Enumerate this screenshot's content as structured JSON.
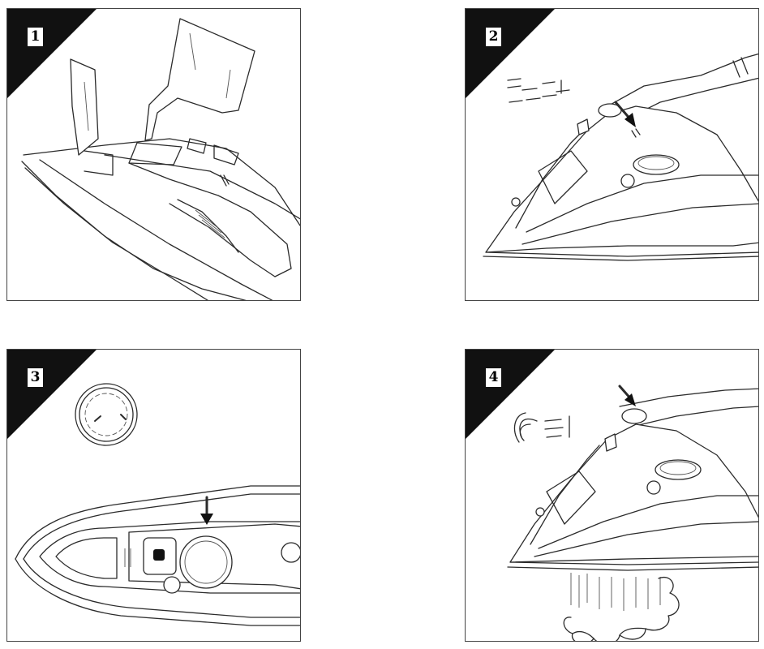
{
  "steps": [
    {
      "number": "1",
      "icons": [
        "water-jug-icon",
        "iron-icon"
      ]
    },
    {
      "number": "2",
      "icons": [
        "spray-icon",
        "arrow-icon",
        "iron-icon"
      ]
    },
    {
      "number": "3",
      "icons": [
        "dial-icon",
        "arrow-icon",
        "iron-top-icon"
      ]
    },
    {
      "number": "4",
      "icons": [
        "steam-burst-icon",
        "arrow-icon",
        "iron-icon",
        "steam-cloud-icon"
      ]
    }
  ],
  "colors": {
    "ink": "#2b2b2b",
    "corner": "#111111",
    "panel_border": "#444444"
  }
}
